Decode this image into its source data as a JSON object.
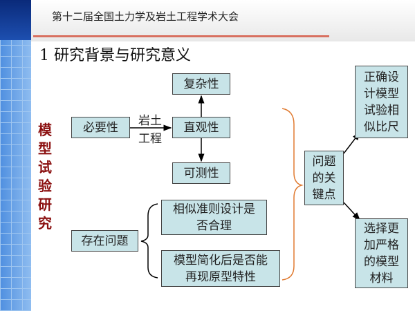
{
  "header": {
    "conference": "第十二届全国土力学及岩土工程学术大会"
  },
  "slide": {
    "title": "1  研究背景与研究意义",
    "side_label": "模型试验研究"
  },
  "diagram": {
    "necessity": "必要性",
    "edge_label_1": "岩土",
    "edge_label_2": "工程",
    "complexity": "复杂性",
    "intuitiveness": "直观性",
    "measurability": "可测性",
    "existing_problems": "存在问题",
    "problem_1": "相似准则设计是否合理",
    "problem_2": "模型简化后是否能再现原型特性",
    "key_point": "问题的关键点",
    "solution_1": "正确设计模型试验相似比尺",
    "solution_2": "选择更加严格的模型材料"
  }
}
